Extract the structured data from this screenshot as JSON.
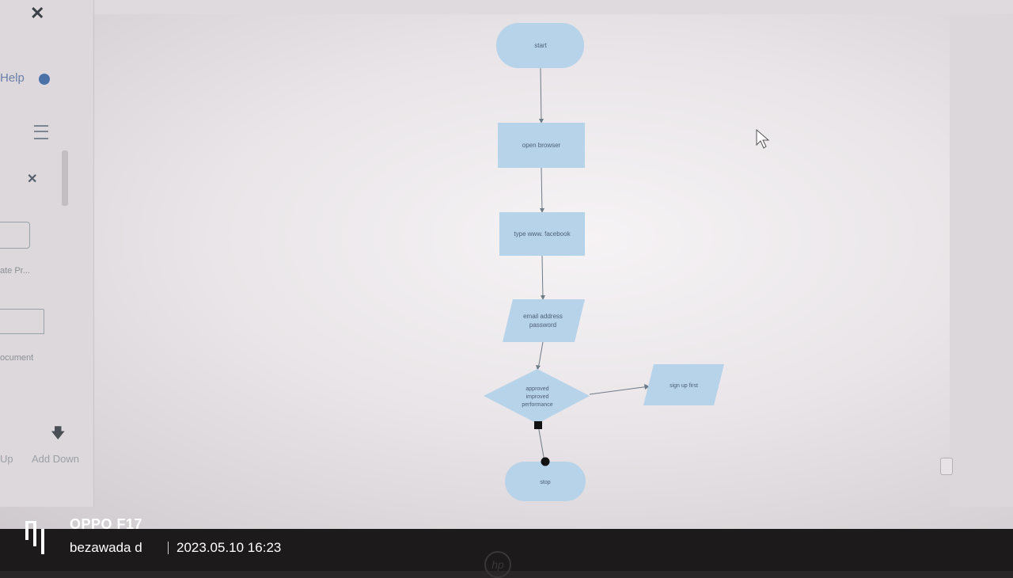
{
  "left_panel": {
    "help_label": "Help",
    "shape_label": "ate Pr...",
    "document_label": "ocument",
    "add_up_label": "Up",
    "add_down_label": "Add Down"
  },
  "flowchart": {
    "start": "start",
    "open_browser": "open browser",
    "type_url": "type www. facebook",
    "io_line1": "email address",
    "io_line2": "password",
    "decision_line1": "approved",
    "decision_line2": "improved",
    "decision_line3": "performance",
    "sign_up": "sign up first",
    "stop": "stop"
  },
  "watermark": {
    "brand": "OPPO F17",
    "user": "bezawada d",
    "datetime": "2023.05.10 16:23"
  },
  "colors": {
    "node_fill": "#b7d3ea",
    "connector": "#6e7a86"
  },
  "icons": [
    "close-icon",
    "help-icon",
    "menu-icon",
    "arrow-down-icon",
    "cursor-icon",
    "hp-logo-icon",
    "camera-logo-icon"
  ]
}
